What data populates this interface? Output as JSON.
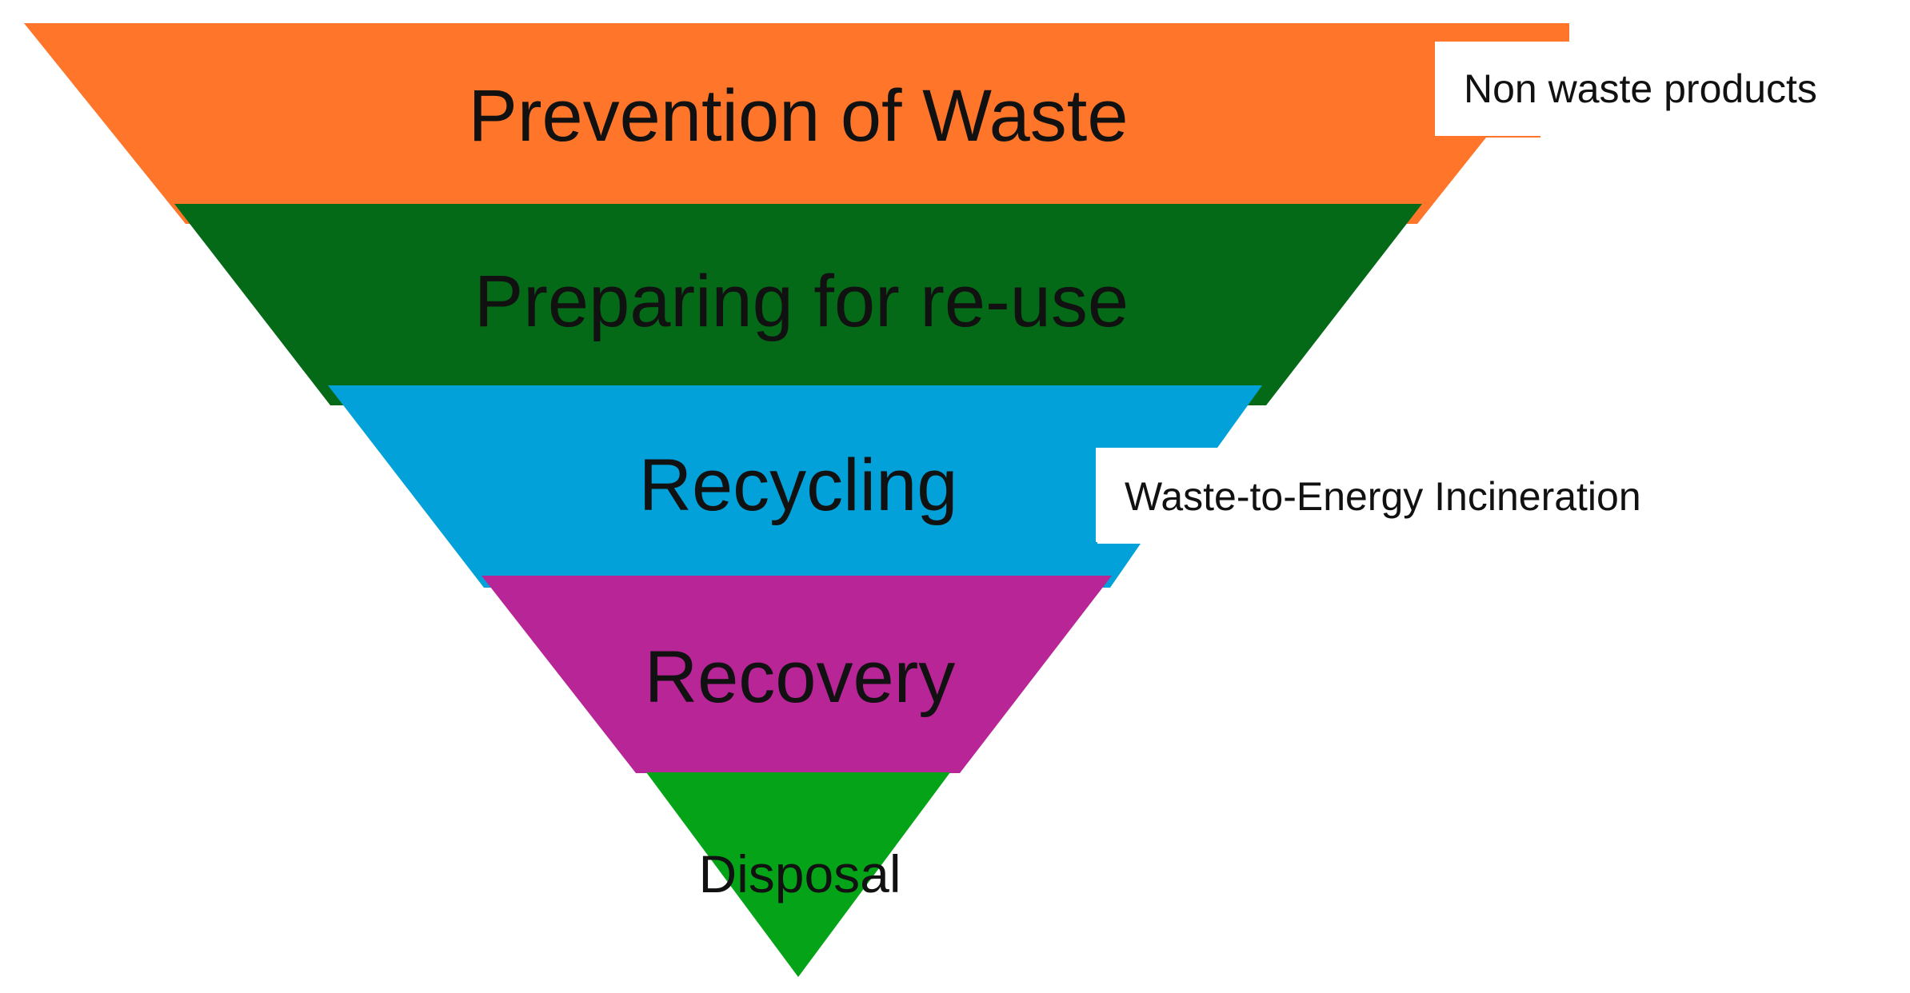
{
  "diagram": {
    "tiers": [
      {
        "label": "Prevention of Waste",
        "color": "#FF7529"
      },
      {
        "label": "Preparing for re-use",
        "color": "#046A17"
      },
      {
        "label": "Recycling",
        "color": "#03A1D9"
      },
      {
        "label": "Recovery",
        "color": "#B72597"
      },
      {
        "label": "Disposal",
        "color": "#05A418"
      }
    ],
    "side_labels": {
      "top": "Non waste products",
      "middle": "Waste-to-Energy Incineration"
    }
  }
}
